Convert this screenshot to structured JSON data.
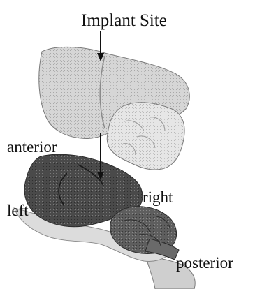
{
  "labels": {
    "implant_site": "Implant Site",
    "anterior": "anterior",
    "right": "right",
    "left": "left",
    "posterior": "posterior"
  },
  "colors": {
    "upper_brain": "#d2d2d2",
    "upper_cerebellum": "#e2e2e2",
    "lower_brain": "#4a4a4a",
    "lower_cerebellum": "#5c5c5c",
    "spinal_cord": "#c8c8c8",
    "arrow": "#111111"
  }
}
